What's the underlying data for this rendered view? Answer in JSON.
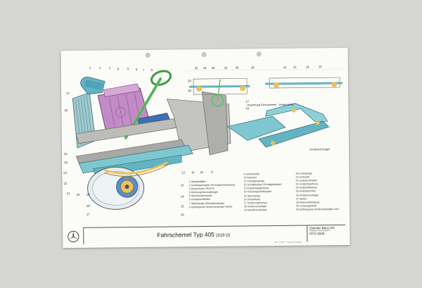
{
  "title": {
    "main": "Fahrschemel Typ 405",
    "sub": "(319 D)"
  },
  "company": {
    "name": "Daimler-Benz AG",
    "address": "Stuttgart-Untertürkheim",
    "code": "RTG 6046"
  },
  "captions": {
    "front_axle": "Anordnung Fahrschemel - Vorderachse",
    "carrier": "Vorderachsträger"
  },
  "footer_note": "5.60 · 10 000 · Printed in Germany",
  "callouts": {
    "top": [
      "1",
      "2",
      "3",
      "4",
      "5",
      "6",
      "7",
      "8"
    ],
    "left": [
      "27",
      "26",
      "25",
      "24",
      "23",
      "22",
      "21",
      "20",
      "19",
      "18",
      "17"
    ],
    "right": [
      "9",
      "10",
      "11",
      "12",
      "13",
      "14",
      "15",
      "16"
    ],
    "inset_top_left": [
      "22",
      "24",
      "26",
      "23",
      "25"
    ],
    "inset_top_right": [
      "18",
      "11",
      "12",
      "14",
      "13"
    ],
    "inset_misc": [
      "29",
      "28",
      "17",
      "16"
    ]
  },
  "legend": {
    "col1": [
      "1  Ölbadluftfilter",
      "2  Schwinganregelr mit Klappensteuerung",
      "3  Dieselmotor OM 621",
      "4  Motorregulierungsträger",
      "5  Steckhaubenrasse",
      "6  Gangschalthebel",
      "7  Wählstange (Schaltgestänge)",
      "8  Aufhängung Vorderachsträger hinten"
    ],
    "col2": [
      "9  Gelenkwelle",
      "10  Rahmen",
      "11  Schaltgestänge",
      "12  Schaltstange (Schaltgestänge)",
      "13  Kupplungsgehäuse",
      "14  Teleskopstoßdämpfer",
      "15  Spurstange",
      "16  Vorderfeder",
      "17  Vorderradbremse",
      "18  Vorderachsträger",
      "19  Handbremshebel"
    ],
    "col3": [
      "20  Lenkstange",
      "21  Drehstab",
      "22  Lenkstockhebel",
      "23  Vorderfederbock",
      "24  Kraftstoffleitung",
      "25  Kraftstoff-Filter",
      "26  Vorderachsträger",
      "27  Kühler",
      "28  Motoraufhängung",
      "29  Lenkungshebel",
      "30  Aufhängung Vorderachsträger vorn"
    ]
  },
  "colors": {
    "paper": "#fbfbf8",
    "background": "#d5d5d3",
    "engine_pink": "#c28bc6",
    "frame_cyan": "#7fc7d0",
    "steering_green": "#66c36a",
    "frame_grey": "#a8a8a6",
    "blue_parts": "#4c7fc2"
  },
  "icons": {
    "logo": "mercedes-star-icon"
  }
}
